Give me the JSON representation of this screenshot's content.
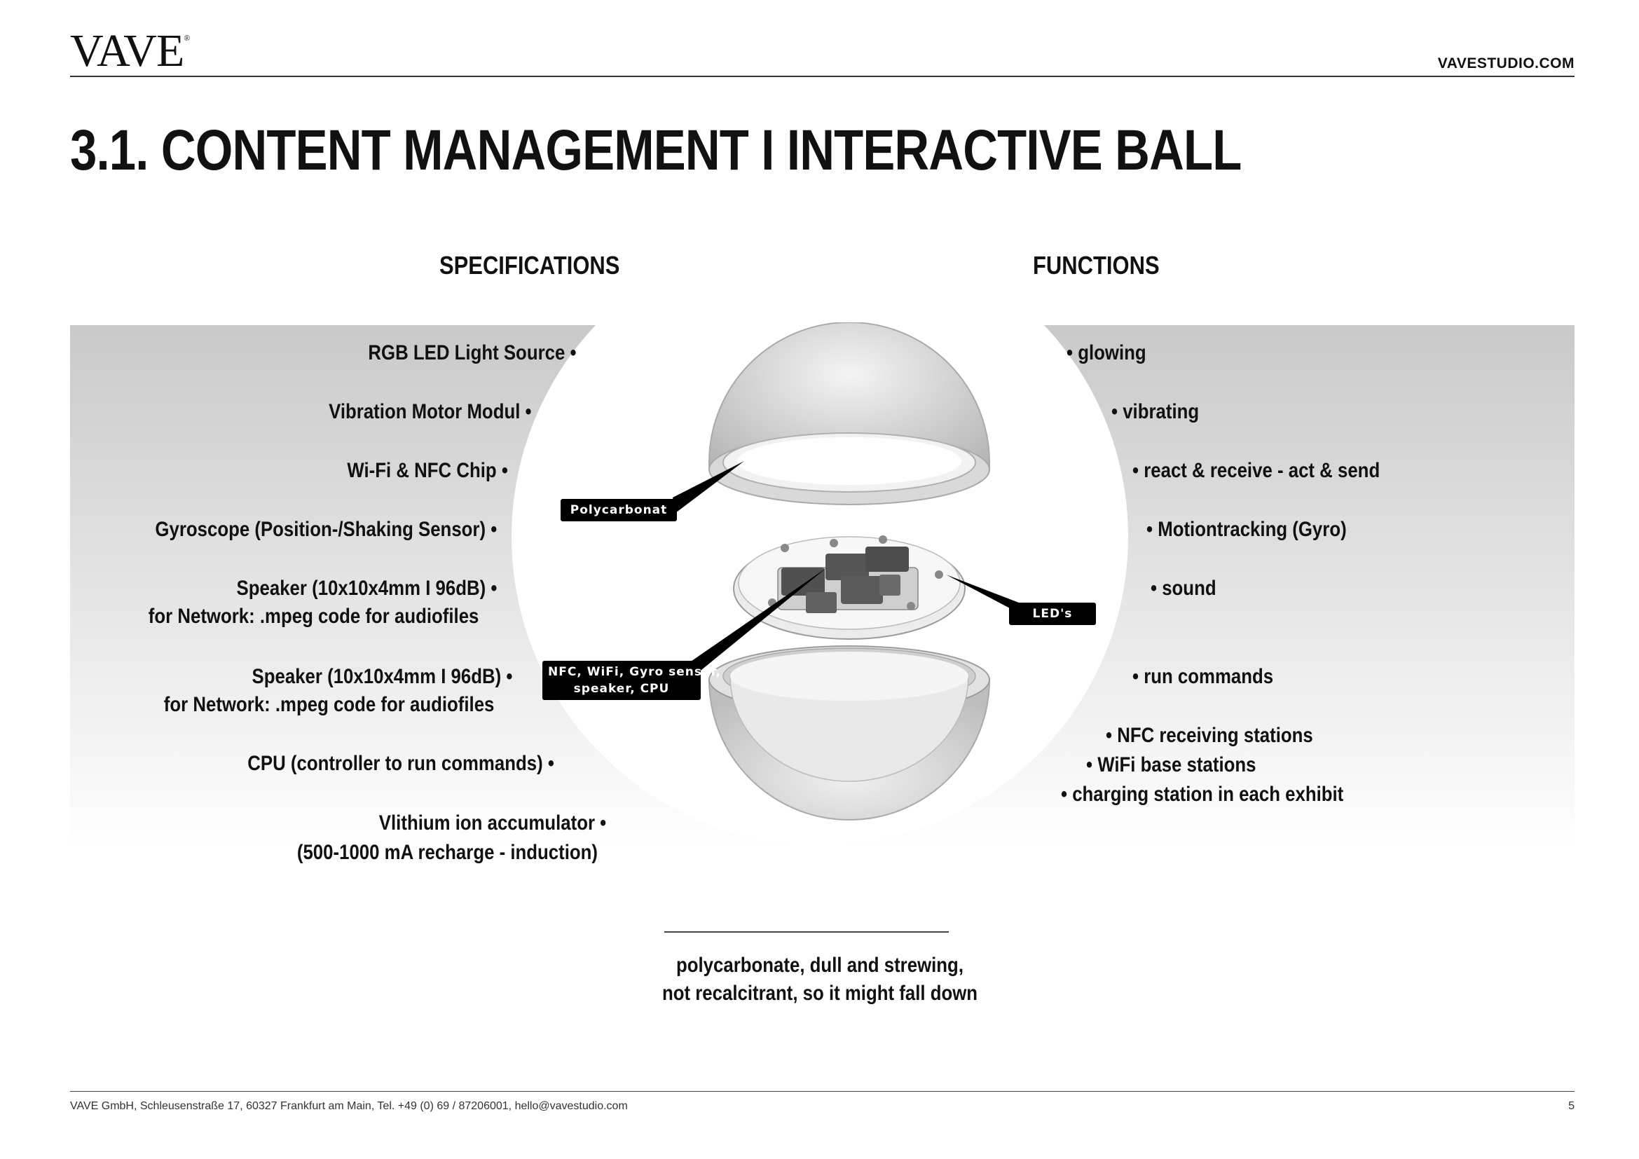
{
  "header": {
    "logo": "VAVE",
    "logo_mark": "®",
    "website": "VAVESTUDIO.COM"
  },
  "title": "3.1. CONTENT MANAGEMENT  I  INTERACTIVE BALL",
  "specifications": {
    "heading": "SPECIFICATIONS",
    "items": [
      "RGB LED Light Source •",
      "Vibration Motor Modul •",
      "Wi-Fi & NFC Chip •",
      "Gyroscope (Position-/Shaking Sensor) •",
      "Speaker (10x10x4mm I 96dB) •",
      "for Network: .mpeg code for audiofiles",
      "Speaker (10x10x4mm I 96dB) •",
      "for Network: .mpeg code for audiofiles",
      "CPU (controller to run commands) •",
      "Vlithium ion accumulator •",
      "(500-1000 mA recharge - induction)"
    ]
  },
  "functions": {
    "heading": "FUNCTIONS",
    "items": [
      "•    glowing",
      "•   vibrating",
      "•   react & receive - act & send",
      "•  Motiontracking  (Gyro)",
      "•  sound",
      "•   run commands",
      "•  NFC receiving stations",
      "•   WiFi base stations",
      "•    charging station in each exhibit"
    ]
  },
  "diagram": {
    "labels": {
      "shell": "Polycarbonat",
      "leds": "LED's",
      "electronics_line1": "NFC, WiFi, Gyro sensor,",
      "electronics_line2": "speaker, CPU"
    }
  },
  "note": {
    "line1": "polycarbonate, dull and  strewing,",
    "line2": "not recalcitrant, so it might fall down"
  },
  "footer": {
    "address": "VAVE GmbH, Schleusenstraße 17, 60327 Frankfurt am Main, Tel. +49 (0) 69 / 87206001, hello@vavestudio.com",
    "page_number": "5"
  },
  "colors": {
    "text": "#111111",
    "band_top": "#c9c9c9",
    "label_bg": "#000000"
  }
}
